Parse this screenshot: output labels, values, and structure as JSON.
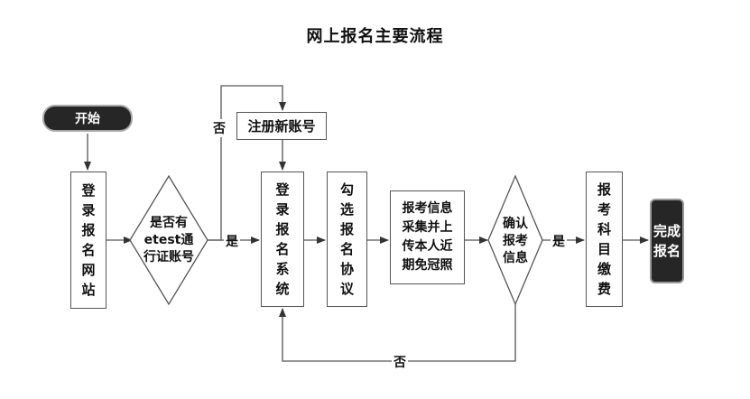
{
  "title": "网上报名主要流程",
  "nodes": {
    "start": "开始",
    "login_site": "登录报名网站",
    "has_account": "是否有\netest通\n行证账号",
    "register": "注册新账号",
    "login_system": "登录报名系统",
    "agreement": "勾选报名协议",
    "upload_photo": "报考信息\n采集并上\n传本人近\n期免冠照",
    "confirm": "确认\n报考\n信息",
    "pay": "报考科目缴费",
    "complete": "完成\n报名"
  },
  "edges": {
    "yes_1": "是",
    "no_1": "否",
    "yes_2": "是",
    "no_2": "否"
  },
  "colors": {
    "dark_fill": "#262626",
    "line": "#555555"
  }
}
